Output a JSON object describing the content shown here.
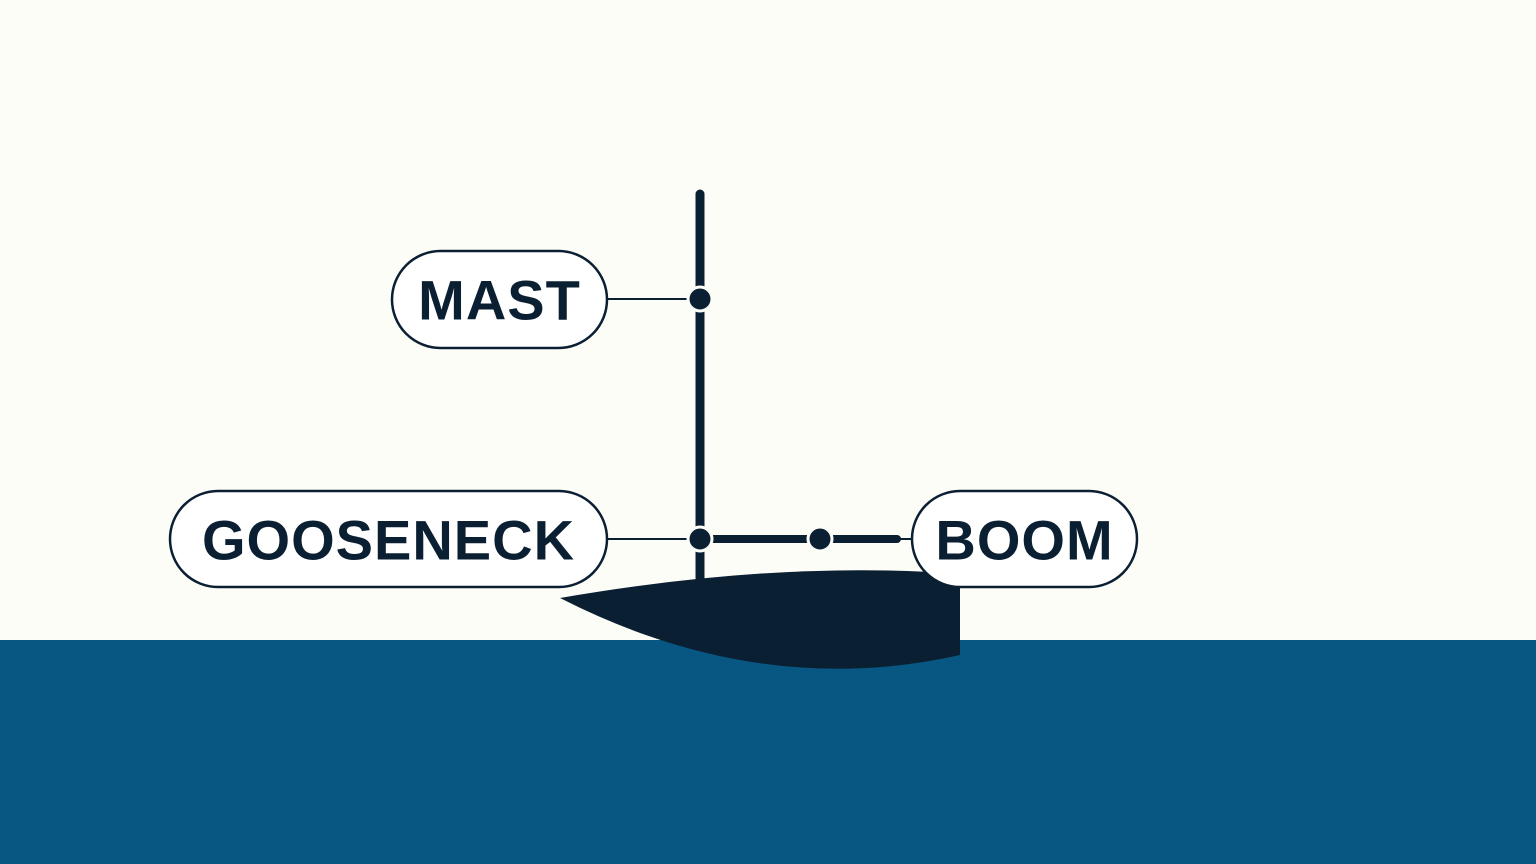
{
  "labels": {
    "mast": "MAST",
    "gooseneck": "GOOSENECK",
    "boom": "BOOM"
  },
  "colors": {
    "background": "#FDFDF8",
    "water": "#085783",
    "ink": "#0B1F33",
    "label_fill": "#FFFFFF"
  }
}
